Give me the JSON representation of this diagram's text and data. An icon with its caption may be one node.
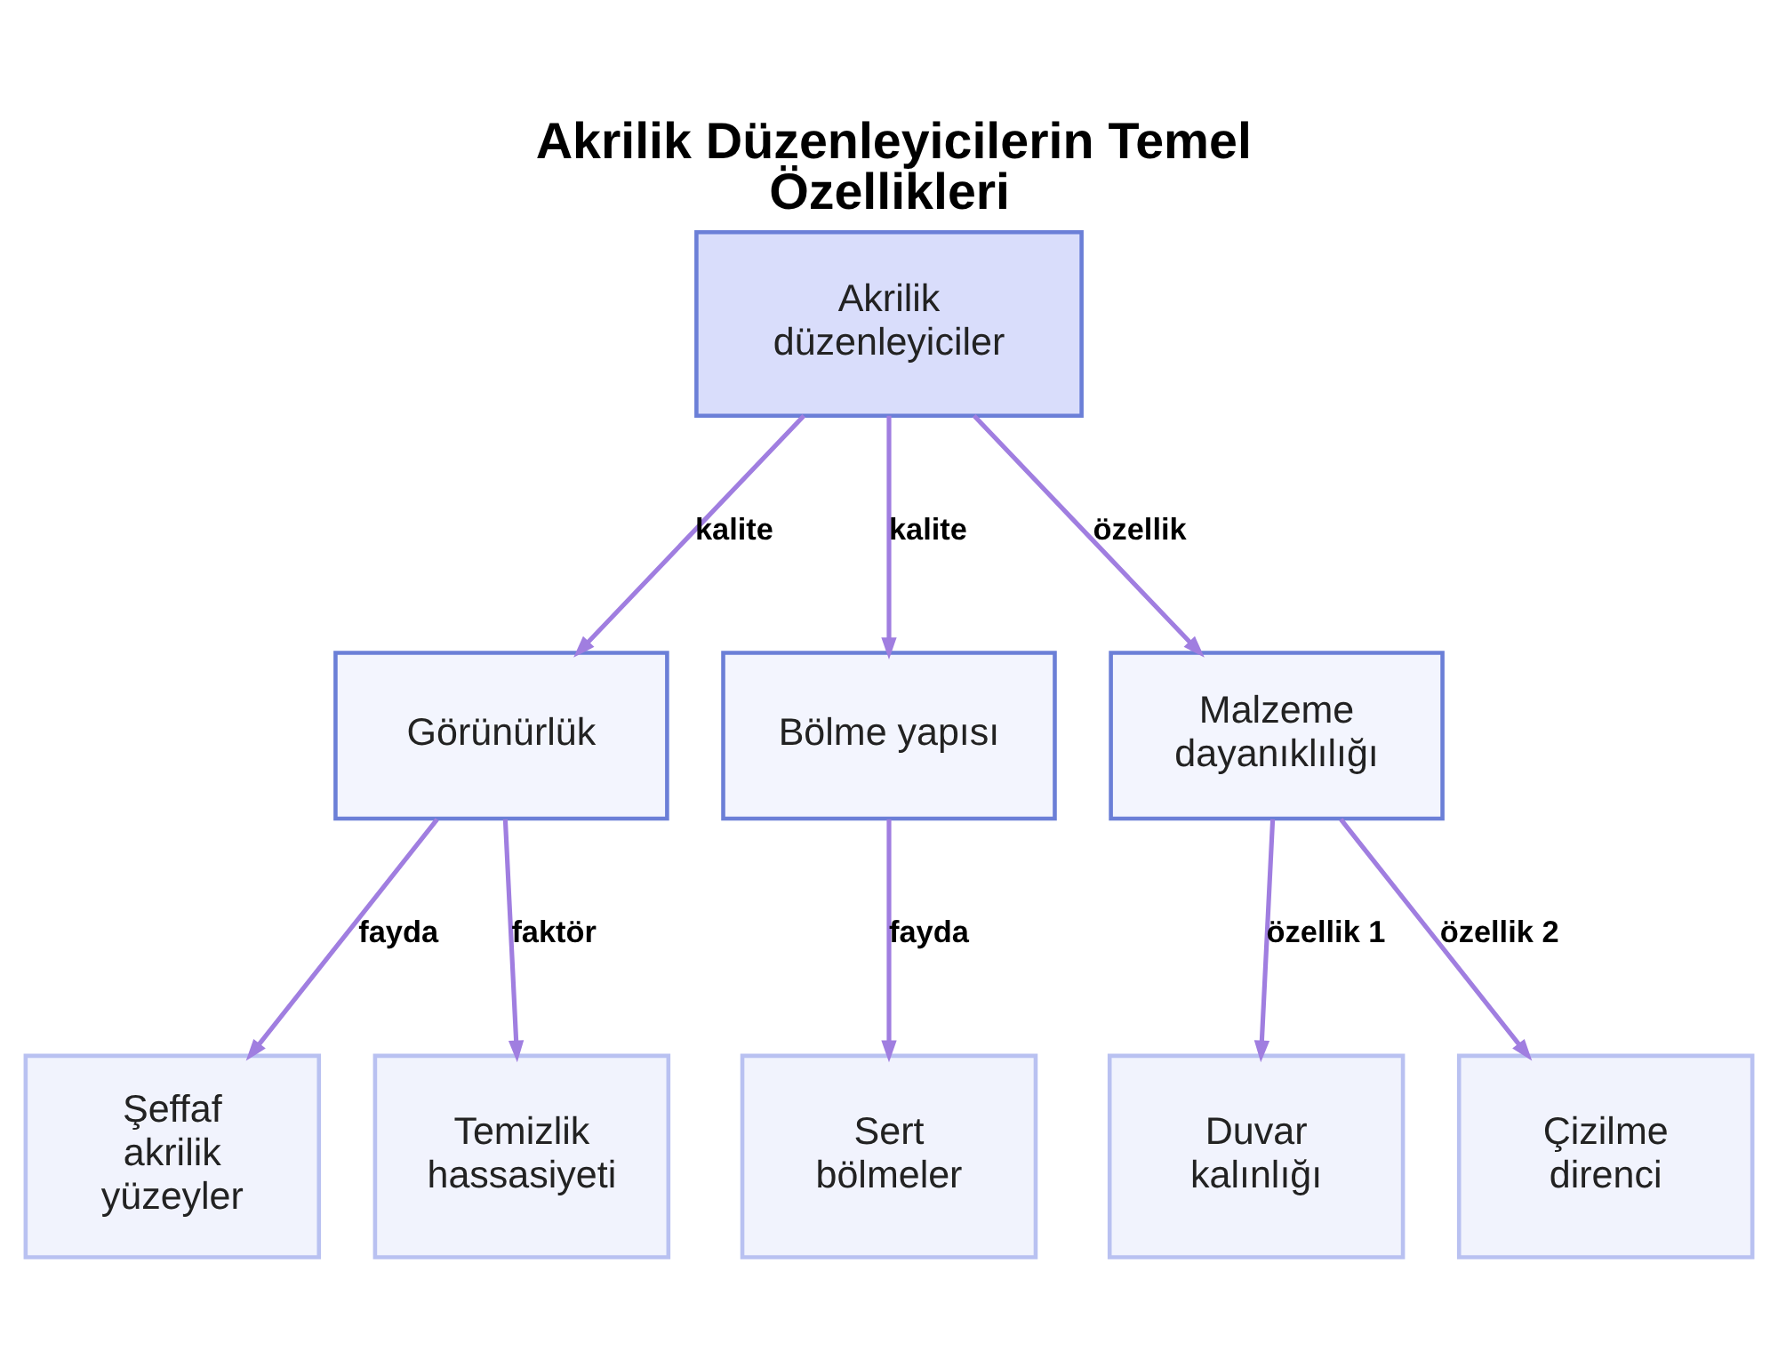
{
  "diagram": {
    "title": "Akrilik Düzenleyicilerin Temel Özellikleri",
    "nodes": [
      {
        "text": [
          "Akrilik düzenleyiciler"
        ]
      },
      {
        "text": [
          "Görünürlük"
        ]
      },
      {
        "text": [
          "Bölme yapısı"
        ]
      },
      {
        "text": [
          "Malzeme dayanıklılığı"
        ]
      },
      {
        "text": [
          "Şeffaf akrilik yüzeyler"
        ]
      },
      {
        "text": [
          "Temizlik hassasiyeti"
        ]
      },
      {
        "text": [
          "Sert bölmeler"
        ]
      },
      {
        "text": [
          "Duvar kalınlığı"
        ]
      },
      {
        "text": [
          "Çizilme direnci"
        ]
      }
    ],
    "edges": [
      {
        "from": 0,
        "to": 1,
        "arrow": "to",
        "label": "kalite"
      },
      {
        "from": 0,
        "to": 2,
        "arrow": "to",
        "label": "kalite"
      },
      {
        "from": 0,
        "to": 3,
        "arrow": "to",
        "label": "özellik"
      },
      {
        "from": 1,
        "to": 4,
        "arrow": "to",
        "label": "fayda"
      },
      {
        "from": 1,
        "to": 5,
        "arrow": "to",
        "label": "faktör"
      },
      {
        "from": 2,
        "to": 6,
        "arrow": "to",
        "label": "fayda"
      },
      {
        "from": 3,
        "to": 7,
        "arrow": "to",
        "label": "özellik 1"
      },
      {
        "from": 3,
        "to": 8,
        "arrow": "to",
        "label": "özellik 2"
      }
    ]
  }
}
